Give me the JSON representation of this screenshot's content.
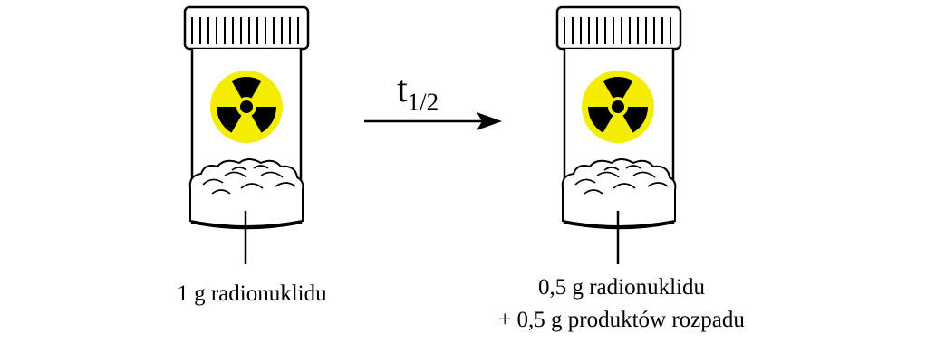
{
  "arrow": {
    "label_main": "t",
    "label_sub": "1/2"
  },
  "left_jar": {
    "label": "1 g radionuklidu",
    "icon": "radiation-trefoil-icon"
  },
  "right_jar": {
    "label_line1": "0,5 g radionuklidu",
    "label_line2": "+ 0,5 g produktów rozpadu",
    "icon": "radiation-trefoil-icon"
  },
  "colors": {
    "stroke": "#000000",
    "radiation_yellow": "#f5ed00",
    "background": "#ffffff"
  }
}
